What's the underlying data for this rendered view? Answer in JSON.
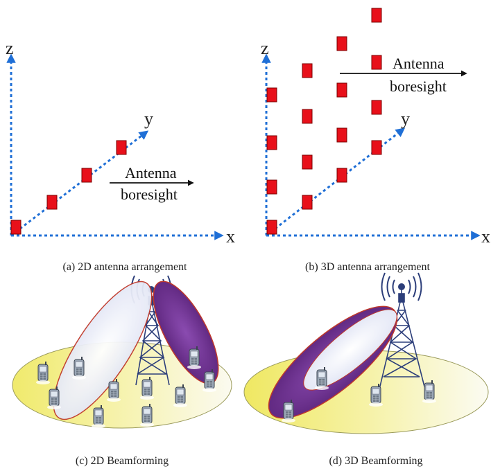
{
  "panel_a": {
    "axes": {
      "z": "z",
      "y": "y",
      "x": "x"
    },
    "boresight_line1": "Antenna",
    "boresight_line2": "boresight",
    "caption": "(a) 2D antenna arrangement"
  },
  "panel_b": {
    "axes": {
      "z": "z",
      "y": "y",
      "x": "x"
    },
    "boresight_line1": "Antenna",
    "boresight_line2": "boresight",
    "caption": "(b) 3D antenna arrangement"
  },
  "panel_c": {
    "caption": "(c) 2D Beamforming"
  },
  "panel_d": {
    "caption": "(d) 3D Beamforming"
  },
  "colors": {
    "axis": "#1f6fd6",
    "antenna_fill": "#e8101a",
    "antenna_stroke": "#7a0000",
    "ground": "#f3ee9a",
    "beam_light": "#eef0fb",
    "beam_dark": "#6b2d8e",
    "beam_outline": "#c0392b",
    "tower": "#2c3e7a"
  }
}
